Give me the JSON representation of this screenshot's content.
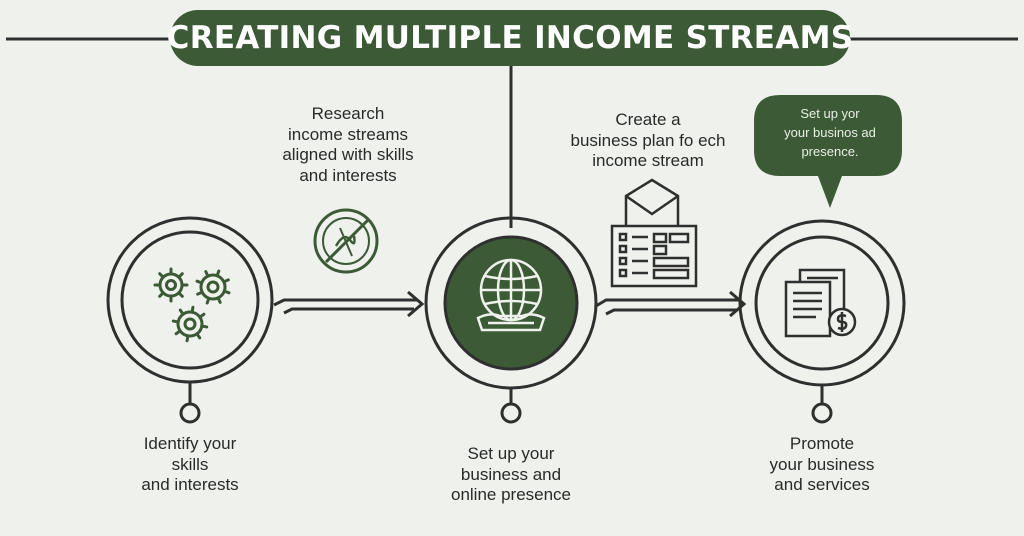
{
  "title": "CREATING MULTIPLE INCOME STREAMS",
  "colors": {
    "primary": "#3b5a35",
    "line": "#2f2f2f",
    "background": "#eef1ec"
  },
  "steps": [
    {
      "label": "Identify your\nskills\nand interests",
      "icon": "gears-icon"
    },
    {
      "label": "Set up your\nbusiness and\nonline presence",
      "icon": "globe-icon"
    },
    {
      "label": "Promote\nyour business\nand services",
      "icon": "documents-money-icon"
    }
  ],
  "intermediate": [
    {
      "label": "Research\nincome streams\naligned with skills\nand interests",
      "icon": "no-dollar-icon"
    },
    {
      "label": "Create a\nbusiness plan fo ech\nincome stream",
      "icon": "envelope-form-icon"
    }
  ],
  "speech_bubble": {
    "text": "Set up yor\nyour businos ad\npresence.",
    "icon": "speech-bubble-icon"
  }
}
